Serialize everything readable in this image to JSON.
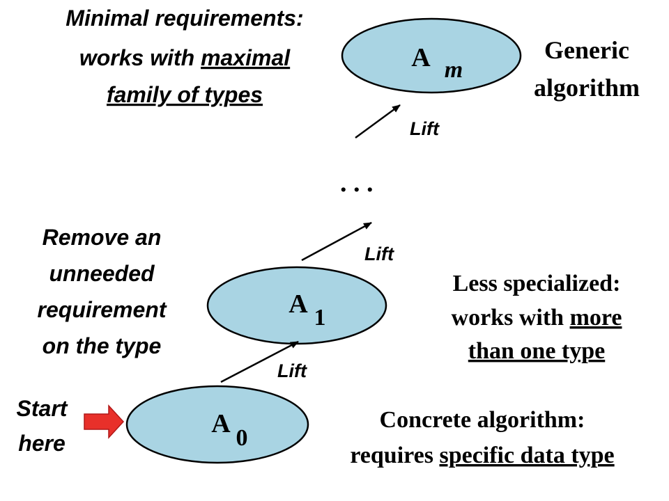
{
  "colors": {
    "node_fill": "#a9d4e3",
    "stroke": "#000000",
    "arrow_fill": "#e8302a",
    "arrow_stroke": "#b01818",
    "background": "#ffffff"
  },
  "nodes": {
    "am": {
      "letter": "A",
      "sub": "m"
    },
    "a1": {
      "letter": "A",
      "sub": "1"
    },
    "a0": {
      "letter": "A",
      "sub": "0"
    }
  },
  "lift_labels": [
    "Lift",
    "Lift",
    "Lift"
  ],
  "ellipsis": ". . .",
  "annotations": {
    "minimal": {
      "line1": "Minimal requirements:",
      "line2_pre": "works with ",
      "line2_u": "maximal",
      "line3_u": "family of types"
    },
    "generic": {
      "line1": "Generic",
      "line2": "algorithm"
    },
    "remove": {
      "lines": [
        "Remove an",
        "unneeded",
        "requirement",
        "on the type"
      ]
    },
    "less": {
      "line1": "Less specialized:",
      "line2_pre": "works with ",
      "line2_u": "more",
      "line3_u": "than one type"
    },
    "start": {
      "lines": [
        "Start",
        "here"
      ]
    },
    "concrete": {
      "line1": "Concrete algorithm:",
      "line2_pre": "requires ",
      "line2_u": "specific data type"
    }
  }
}
